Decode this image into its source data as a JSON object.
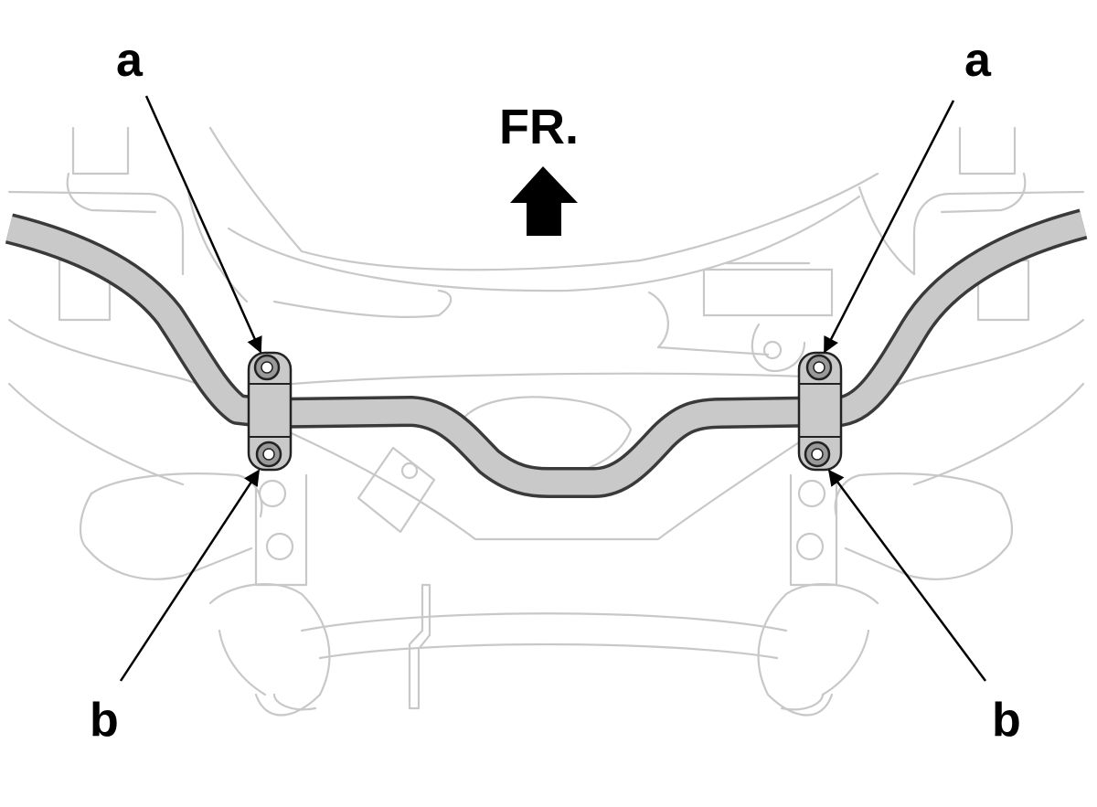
{
  "diagram": {
    "direction_label": "FR.",
    "callouts": {
      "a_left": "a",
      "a_right": "a",
      "b_left": "b",
      "b_right": "b"
    },
    "colors": {
      "outline": "#c8c8c8",
      "bar_fill": "#c9c9c9",
      "bar_stroke": "#3a3a3a",
      "ink": "#000000"
    }
  }
}
